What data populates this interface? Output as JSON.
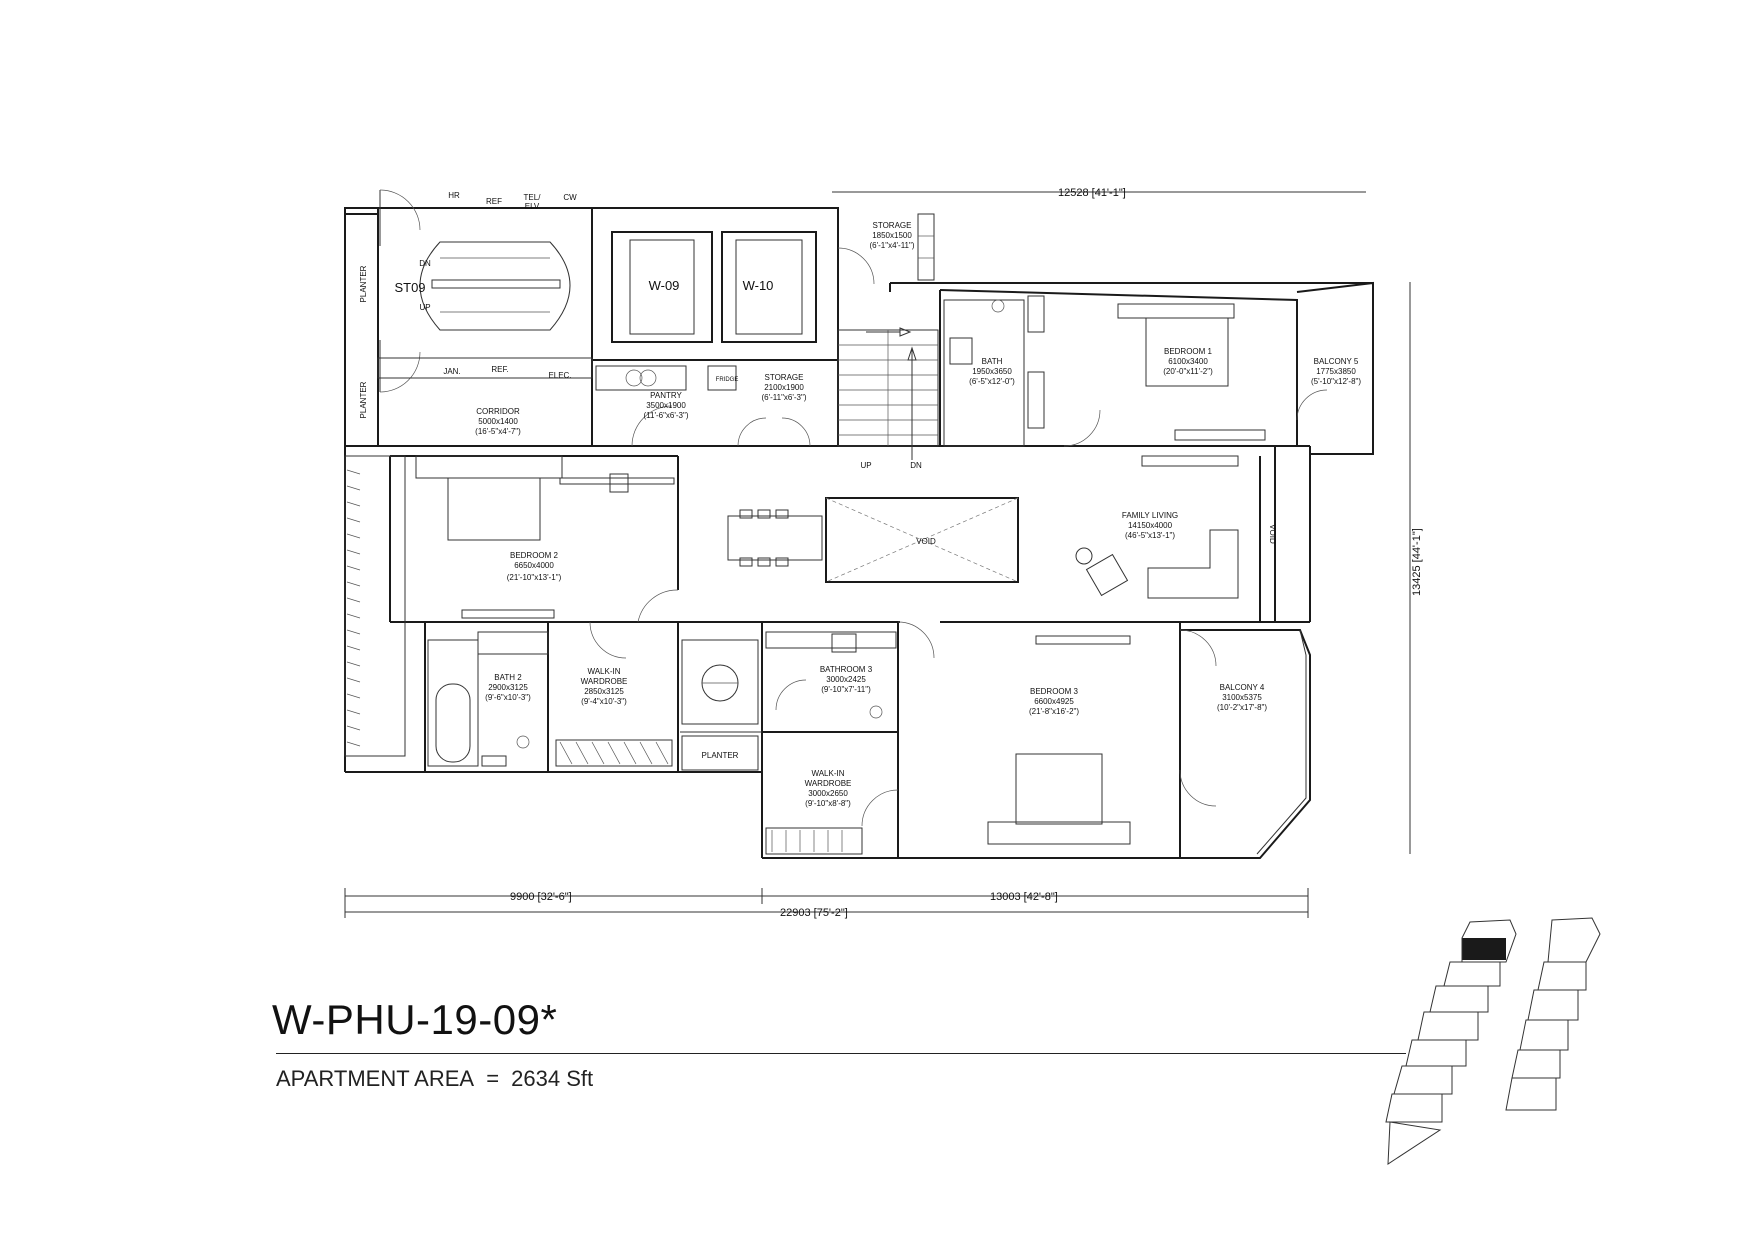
{
  "unit": {
    "code": "W-PHU-19-09*",
    "area_label": "APARTMENT AREA",
    "area_eq": "=",
    "area_value": "2634 Sft"
  },
  "dimensions": {
    "top": "12528 [41'-1\"]",
    "right": "13425 [44'-1\"]",
    "bottom_left": "9900 [32'-6\"]",
    "bottom_right": "13003 [42'-8\"]",
    "bottom_total": "22903 [75'-2\"]"
  },
  "rooms": {
    "bedroom1": {
      "name": "BEDROOM 1",
      "size": "6100x3400",
      "imperial": "(20'-0\"x11'-2\")"
    },
    "bedroom2": {
      "name": "BEDROOM 2",
      "size": "6650x4000",
      "imperial": "(21'-10\"x13'-1\")"
    },
    "bedroom3": {
      "name": "BEDROOM 3",
      "size": "6600x4925",
      "imperial": "(21'-8\"x16'-2\")"
    },
    "bath": {
      "name": "BATH",
      "size": "1950x3650",
      "imperial": "(6'-5\"x12'-0\")"
    },
    "bath2": {
      "name": "BATH 2",
      "size": "2900x3125",
      "imperial": "(9'-6\"x10'-3\")"
    },
    "bathroom3": {
      "name": "BATHROOM 3",
      "size": "3000x2425",
      "imperial": "(9'-10\"x7'-11\")"
    },
    "wir1": {
      "name1": "WALK-IN",
      "name2": "WARDROBE",
      "size": "2850x3125",
      "imperial": "(9'-4\"x10'-3\")"
    },
    "wir2": {
      "name1": "WALK-IN",
      "name2": "WARDROBE",
      "size": "3000x2650",
      "imperial": "(9'-10\"x8'-8\")"
    },
    "balcony4": {
      "name": "BALCONY 4",
      "size": "3100x5375",
      "imperial": "(10'-2\"x17'-8\")"
    },
    "balcony5": {
      "name": "BALCONY 5",
      "size": "1775x3850",
      "imperial": "(5'-10\"x12'-8\")"
    },
    "family": {
      "name": "FAMILY LIVING",
      "size": "14150x4000",
      "imperial": "(46'-5\"x13'-1\")"
    },
    "pantry": {
      "name": "PANTRY",
      "size": "3500x1900",
      "imperial": "(11'-6\"x6'-3\")"
    },
    "storage1": {
      "name": "STORAGE",
      "size": "1850x1500",
      "imperial": "(6'-1\"x4'-11\")"
    },
    "storage2": {
      "name": "STORAGE",
      "size": "2100x1900",
      "imperial": "(6'-11\"x6'-3\")"
    },
    "corridor": {
      "name": "CORRIDOR",
      "size": "5000x1400",
      "imperial": "(16'-5\"x4'-7\")"
    }
  },
  "labels": {
    "planter": "PLANTER",
    "st09": "ST09",
    "dn": "DN",
    "up": "UP",
    "w09": "W-09",
    "w10": "W-10",
    "void": "VOID",
    "jan": "JAN.",
    "ref": "REF.",
    "elec": "ELEC.",
    "hr": "HR",
    "ref2": "REF",
    "tel": "TEL/",
    "elv": "ELV",
    "cw": "CW",
    "fridge": "FRIDGE"
  },
  "colors": {
    "line": "#1a1a1a",
    "highlight": "#1a1a1a"
  }
}
